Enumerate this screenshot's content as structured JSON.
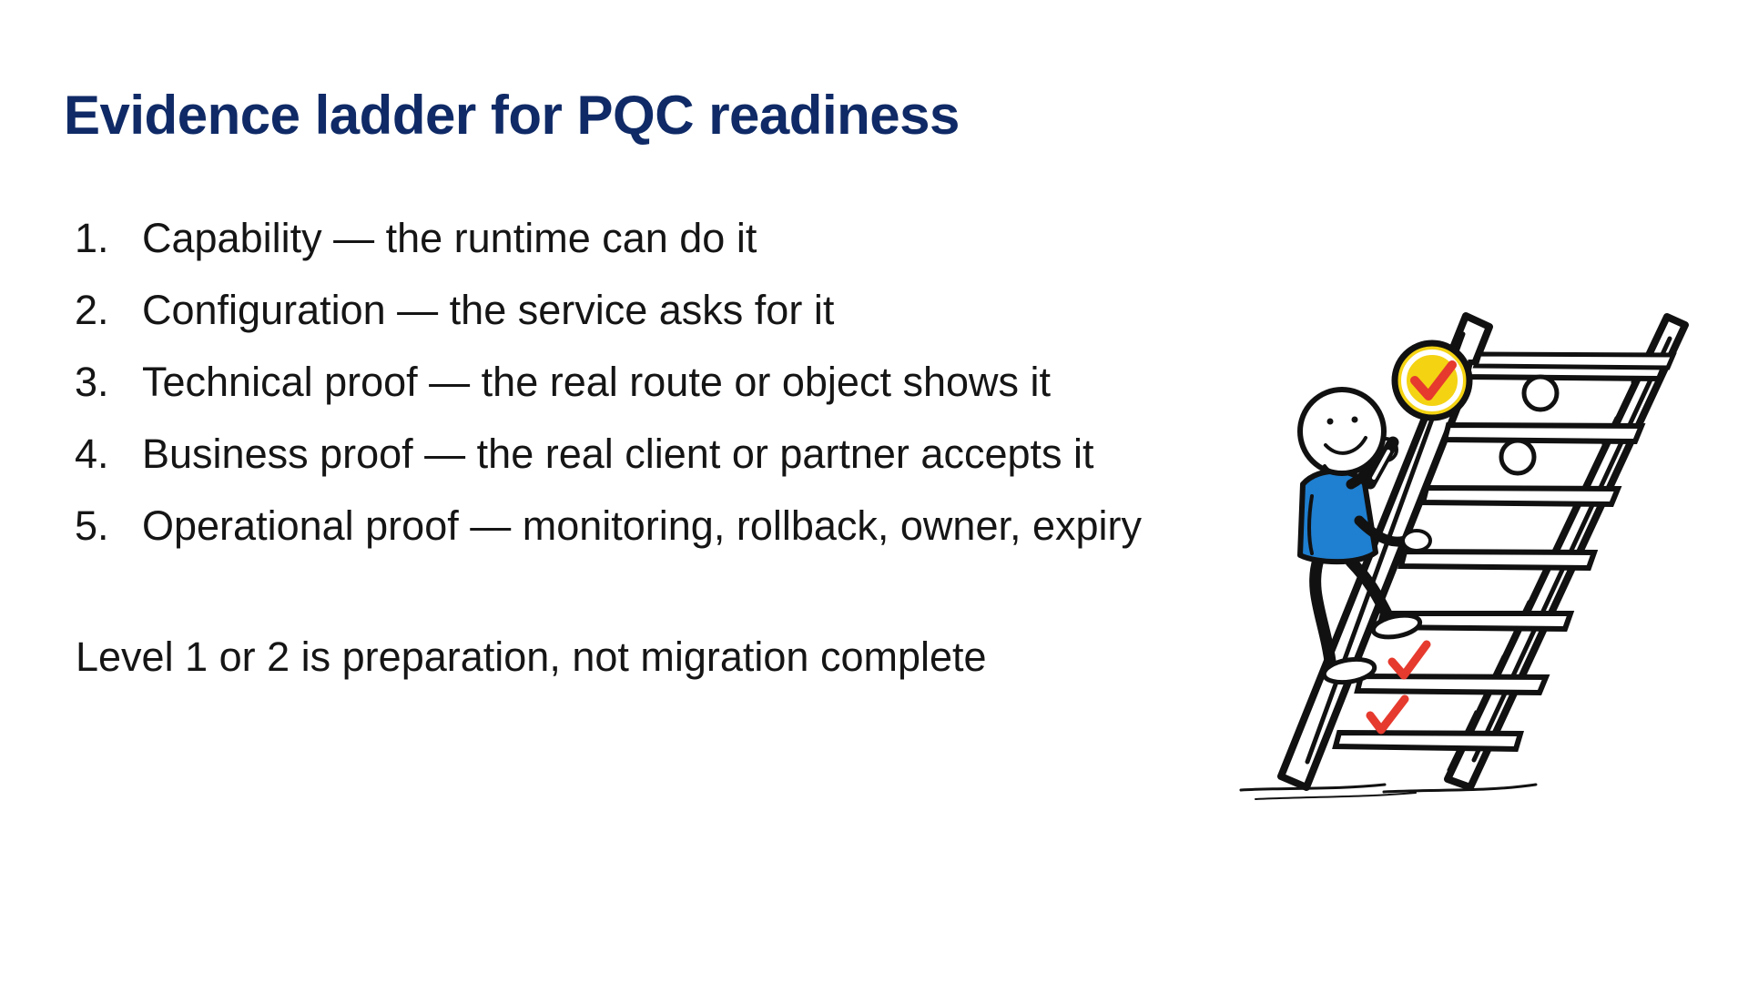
{
  "slide": {
    "title": "Evidence ladder for PQC readiness",
    "steps": [
      {
        "number": "1.",
        "text": "Capability — the runtime can do it"
      },
      {
        "number": "2.",
        "text": "Configuration — the service asks for it"
      },
      {
        "number": "3.",
        "text": "Technical proof — the real route or object shows it"
      },
      {
        "number": "4.",
        "text": "Business proof — the real client or partner accepts it"
      },
      {
        "number": "5.",
        "text": "Operational proof — monitoring, rollback, owner, expiry"
      }
    ],
    "note": "Level 1 or 2 is preparation, not migration complete"
  },
  "colors": {
    "title": "#0f2a66",
    "body_text": "#151515",
    "figure_shirt": "#1f7fd0",
    "checkmark": "#e63a2e",
    "magnifier_lens": "#f4d313"
  },
  "icons": {
    "illustration": "ladder-climber-icon",
    "magnifier": "magnifying-glass-check-icon",
    "completed_step": "red-checkmark-icon",
    "pending_step": "empty-circle-icon"
  }
}
